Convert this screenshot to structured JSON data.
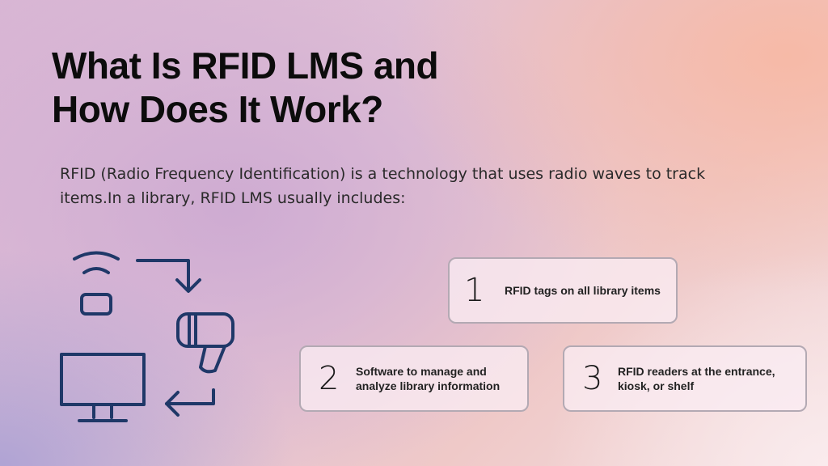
{
  "slide": {
    "title_line1": "What Is RFID LMS and",
    "title_line2": "How Does It Work?",
    "intro": "RFID (Radio Frequency Identification) is a technology that uses radio waves to track items.In a library, RFID LMS usually includes:"
  },
  "icons": {
    "tag": "rfid-tag-icon",
    "arrow_down": "arrow-right-down-icon",
    "scanner": "barcode-scanner-icon",
    "arrow_back": "arrow-left-return-icon",
    "computer": "computer-monitor-icon"
  },
  "colors": {
    "icon_stroke": "#1f3868",
    "text": "#0c0c0c",
    "card_border": "#b3a9b3"
  },
  "items": [
    {
      "number": "1",
      "text": "RFID tags on all library items"
    },
    {
      "number": "2",
      "text": "Software to manage and analyze library information"
    },
    {
      "number": "3",
      "text": "RFID readers at the entrance, kiosk, or shelf"
    }
  ]
}
